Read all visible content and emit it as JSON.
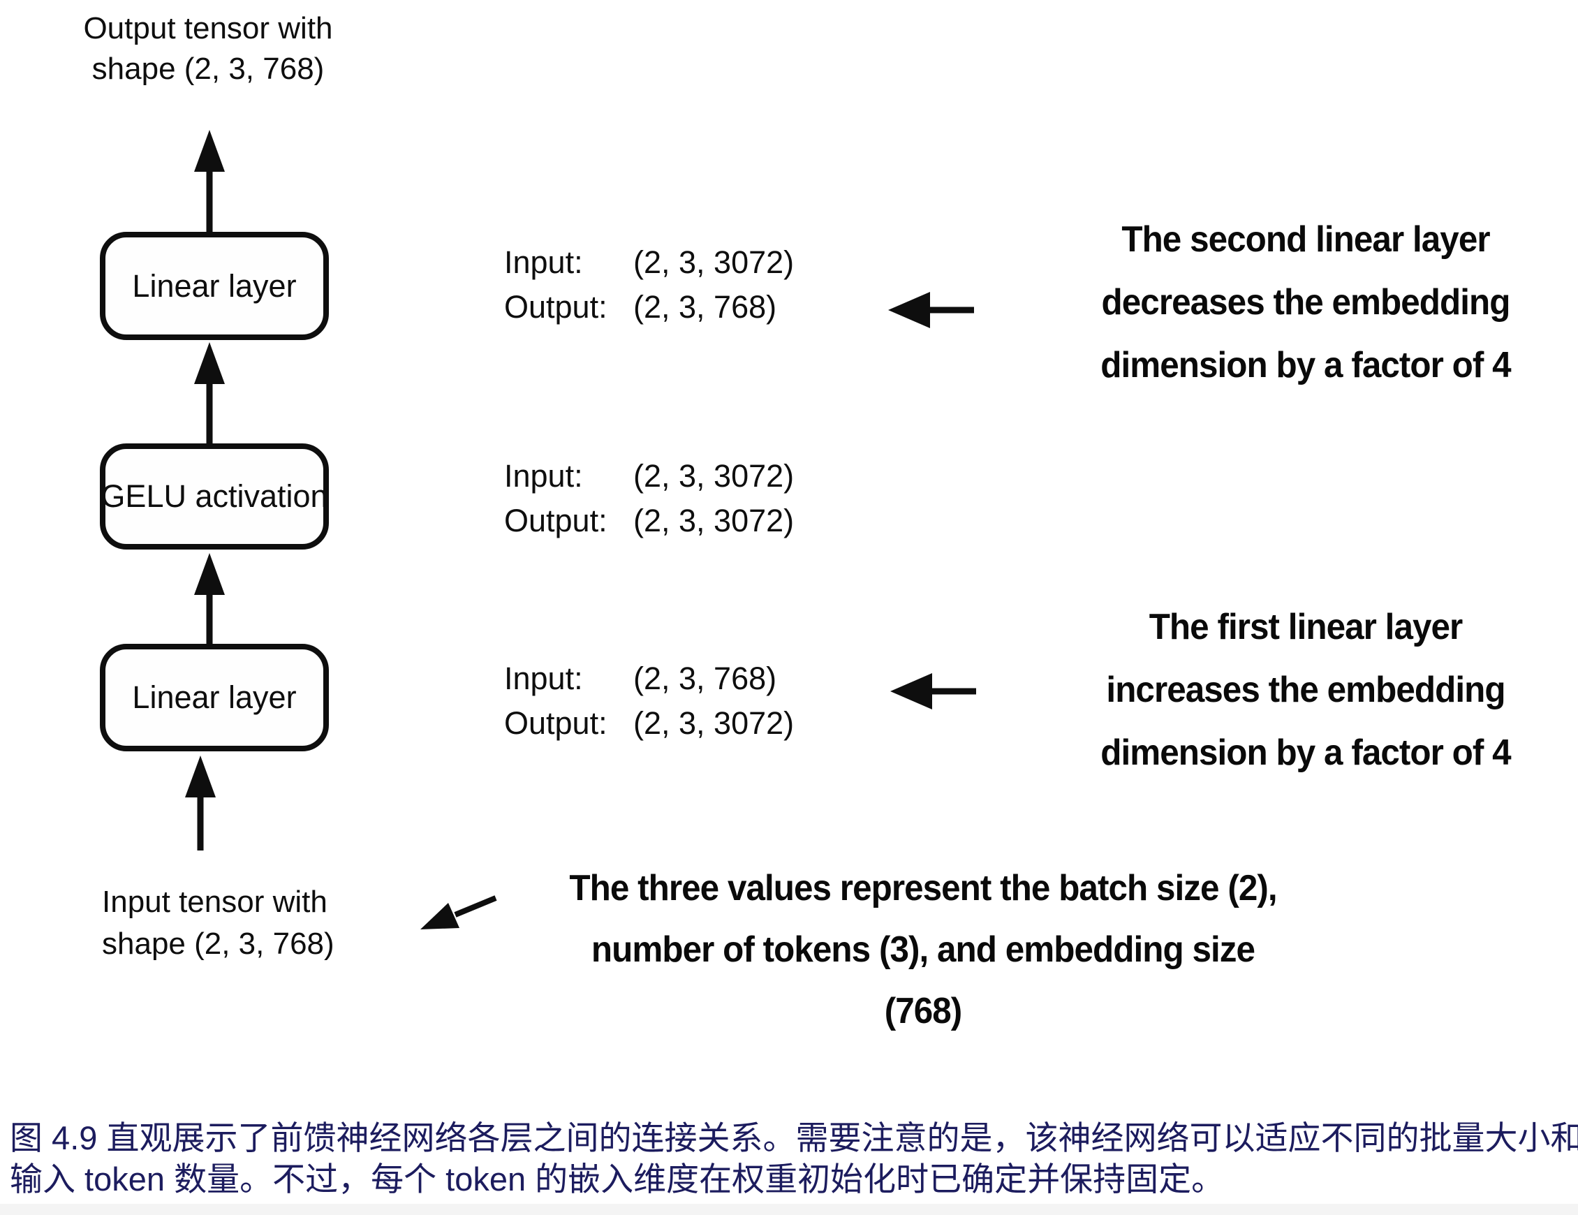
{
  "colors": {
    "ink": "#0e0e0e",
    "caption_text": "#1c1c5e",
    "background": "#ffffff"
  },
  "diagram": {
    "output_tensor": {
      "line1": "Output tensor with",
      "line2": "shape (2, 3, 768)"
    },
    "input_tensor": {
      "line1": "Input tensor with",
      "line2": "shape (2, 3, 768)"
    },
    "boxes": [
      {
        "label": "Linear layer"
      },
      {
        "label": "GELU activation"
      },
      {
        "label": "Linear layer"
      }
    ],
    "io": [
      {
        "input_label": "Input:",
        "input_value": "(2, 3, 3072)",
        "output_label": "Output:",
        "output_value": "(2, 3, 768)"
      },
      {
        "input_label": "Input:",
        "input_value": "(2, 3, 3072)",
        "output_label": "Output:",
        "output_value": "(2, 3, 3072)"
      },
      {
        "input_label": "Input:",
        "input_value": "(2, 3, 768)",
        "output_label": "Output:",
        "output_value": "(2, 3, 3072)"
      }
    ],
    "notes": [
      {
        "line1": "The second linear layer",
        "line2": "decreases the embedding",
        "line3": "dimension by a factor of 4"
      },
      {
        "line1": "The first linear layer",
        "line2": "increases the embedding",
        "line3": "dimension by a factor of 4"
      },
      {
        "line1": "The three values represent the batch size (2),",
        "line2": "number of tokens (3), and embedding size",
        "line3": "(768)"
      }
    ]
  },
  "caption": {
    "line1": "图 4.9 直观展示了前馈神经网络各层之间的连接关系。需要注意的是，该神经网络可以适应不同的批量大小和",
    "line2": "输入 token 数量。不过，每个 token 的嵌入维度在权重初始化时已确定并保持固定。"
  }
}
